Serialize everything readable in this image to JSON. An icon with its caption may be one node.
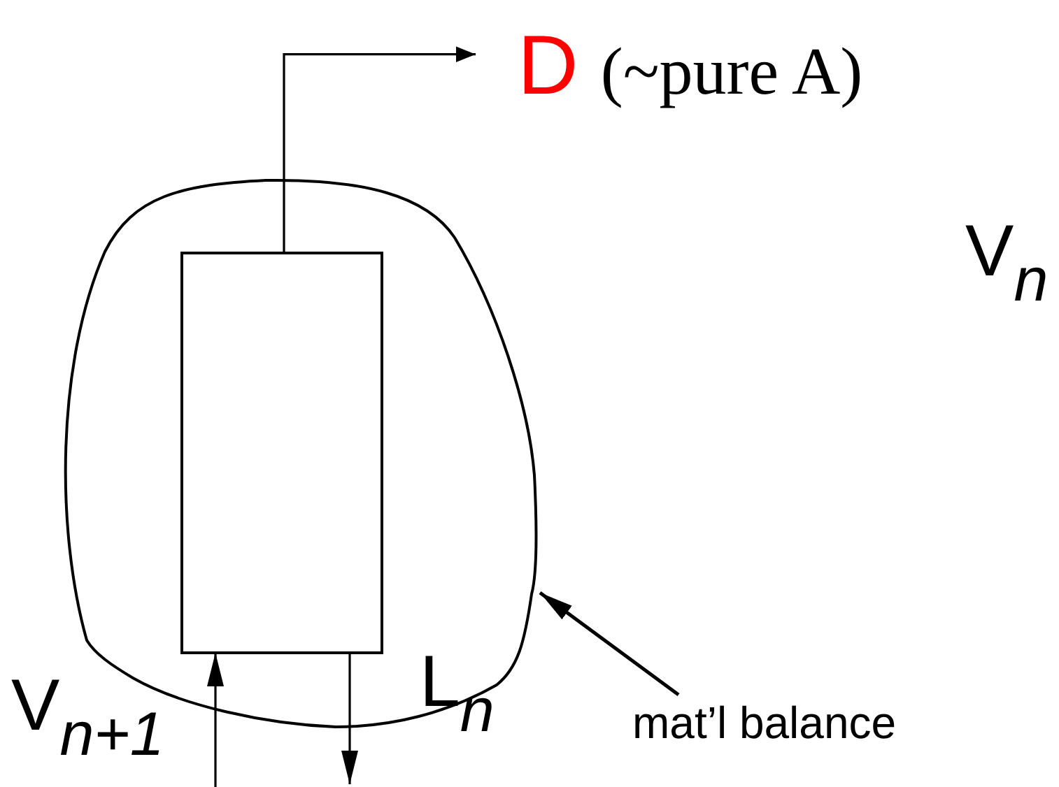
{
  "diagram": {
    "nodes": [
      {
        "text": [],
        "shape": "circle"
      },
      {
        "text": [],
        "shape": "box",
        "in": 0
      },
      {
        "text": [
          "D",
          "(~pure A)"
        ]
      },
      {
        "text": [
          "mat’l balance"
        ]
      }
    ],
    "edges": [
      {
        "from": 1,
        "to": 2,
        "arrow": "to"
      },
      {
        "from": null,
        "to": 1,
        "arrow": "to"
      },
      {
        "from": 1,
        "to": null,
        "arrow": "to"
      },
      {
        "from": 3,
        "to": 0,
        "arrow": "to"
      }
    ],
    "labels": [
      "V$_{n}$",
      "V$_{n+1}$",
      "L$_{n}$"
    ]
  }
}
